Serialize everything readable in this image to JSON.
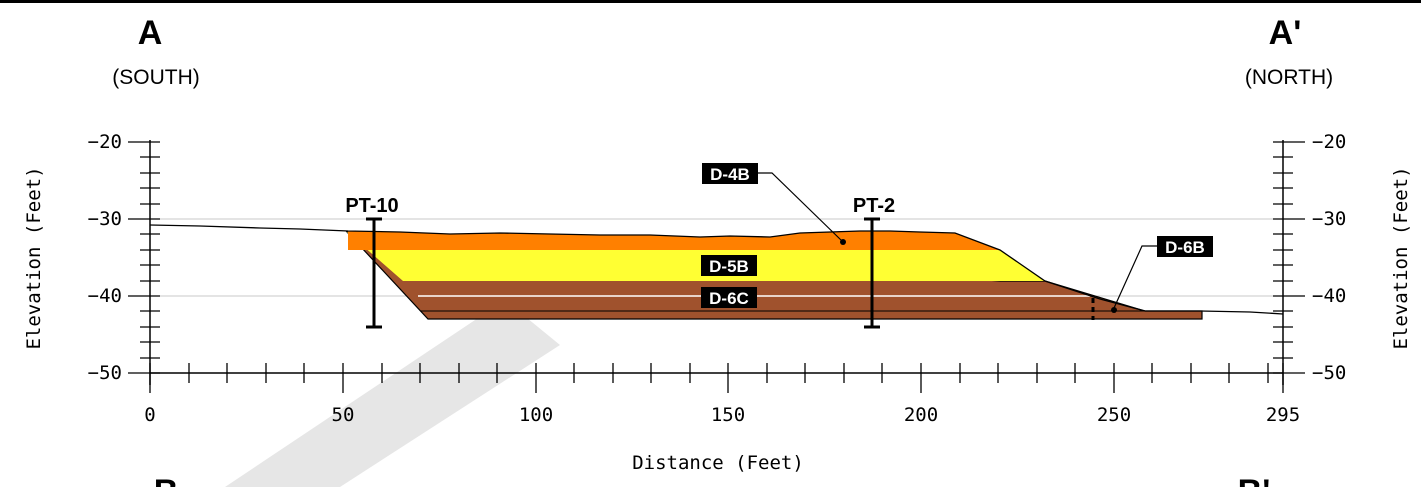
{
  "header": {
    "left_label": "A",
    "left_dir": "(SOUTH)",
    "right_label": "A'",
    "right_dir": "(NORTH)"
  },
  "footer": {
    "left_label": "B",
    "right_label": "B'"
  },
  "axes": {
    "x_title": "Distance (Feet)",
    "y_title": "Elevation (Feet)",
    "x_ticks": [
      "0",
      "50",
      "100",
      "150",
      "200",
      "250",
      "295"
    ],
    "y_ticks": [
      "−20",
      "−30",
      "−40",
      "−50"
    ]
  },
  "borings": [
    {
      "name": "PT-10",
      "x": 58,
      "top": -30,
      "bottom": -44
    },
    {
      "name": "PT-2",
      "x": 188,
      "top": -30,
      "bottom": -44
    }
  ],
  "samples": [
    {
      "name": "D-4B",
      "color": "#ff8000"
    },
    {
      "name": "D-5B",
      "color": "#ffff33"
    },
    {
      "name": "D-6C",
      "color": "#a0522d"
    },
    {
      "name": "D-6B",
      "color": "#a0522d"
    }
  ],
  "colors": {
    "layer_orange": "#ff8000",
    "layer_yellow": "#ffff33",
    "layer_brown": "#a0522d",
    "watermark": "#e6e6e6"
  }
}
